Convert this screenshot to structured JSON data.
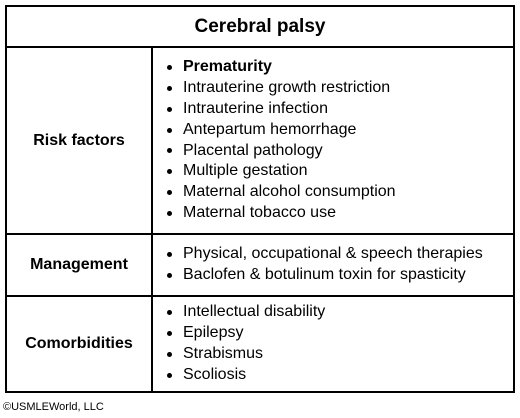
{
  "title": "Cerebral palsy",
  "rows": [
    {
      "label": "Risk factors",
      "items": [
        "Prematurity",
        "Intrauterine growth restriction",
        "Intrauterine infection",
        "Antepartum hemorrhage",
        "Placental pathology",
        "Multiple gestation",
        "Maternal alcohol consumption",
        "Maternal tobacco use"
      ]
    },
    {
      "label": "Management",
      "items": [
        "Physical, occupational & speech therapies",
        "Baclofen & botulinum toxin for spasticity"
      ]
    },
    {
      "label": "Comorbidities",
      "items": [
        "Intellectual disability",
        "Epilepsy",
        "Strabismus",
        "Scoliosis"
      ]
    }
  ],
  "footer": "©USMLEWorld, LLC"
}
